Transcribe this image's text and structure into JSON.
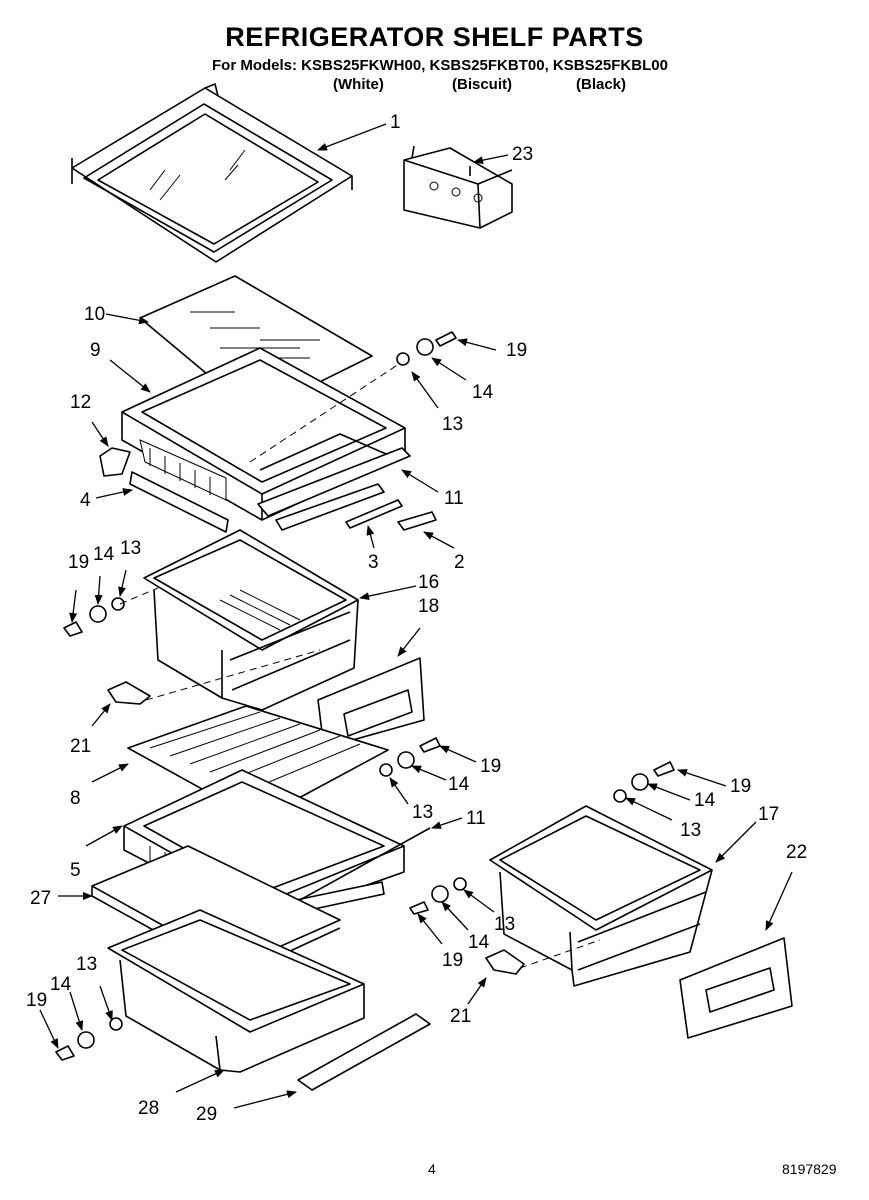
{
  "header": {
    "title": "REFRIGERATOR SHELF PARTS",
    "models_line": "For Models: KSBS25FKWH00, KSBS25FKBT00, KSBS25FKBL00",
    "variants": [
      "(White)",
      "(Biscuit)",
      "(Black)"
    ]
  },
  "callouts": [
    {
      "id": "c1",
      "label": "1"
    },
    {
      "id": "c23",
      "label": "23"
    },
    {
      "id": "c10",
      "label": "10"
    },
    {
      "id": "c9",
      "label": "9"
    },
    {
      "id": "c19a",
      "label": "19"
    },
    {
      "id": "c14a",
      "label": "14"
    },
    {
      "id": "c13a",
      "label": "13"
    },
    {
      "id": "c12",
      "label": "12"
    },
    {
      "id": "c4",
      "label": "4"
    },
    {
      "id": "c11a",
      "label": "11"
    },
    {
      "id": "c3",
      "label": "3"
    },
    {
      "id": "c2",
      "label": "2"
    },
    {
      "id": "c19b",
      "label": "19"
    },
    {
      "id": "c14b",
      "label": "14"
    },
    {
      "id": "c13b",
      "label": "13"
    },
    {
      "id": "c16",
      "label": "16"
    },
    {
      "id": "c18",
      "label": "18"
    },
    {
      "id": "c21a",
      "label": "21"
    },
    {
      "id": "c19c",
      "label": "19"
    },
    {
      "id": "c14c",
      "label": "14"
    },
    {
      "id": "c8",
      "label": "8"
    },
    {
      "id": "c13c",
      "label": "13"
    },
    {
      "id": "c11b",
      "label": "11"
    },
    {
      "id": "c5",
      "label": "5"
    },
    {
      "id": "c27",
      "label": "27"
    },
    {
      "id": "c19d",
      "label": "19"
    },
    {
      "id": "c14d",
      "label": "14"
    },
    {
      "id": "c13d",
      "label": "13"
    },
    {
      "id": "c17",
      "label": "17"
    },
    {
      "id": "c22",
      "label": "22"
    },
    {
      "id": "c13e",
      "label": "13"
    },
    {
      "id": "c14e",
      "label": "14"
    },
    {
      "id": "c19e",
      "label": "19"
    },
    {
      "id": "c21b",
      "label": "21"
    },
    {
      "id": "c13f",
      "label": "13"
    },
    {
      "id": "c14f",
      "label": "14"
    },
    {
      "id": "c19f",
      "label": "19"
    },
    {
      "id": "c28",
      "label": "28"
    },
    {
      "id": "c29",
      "label": "29"
    }
  ],
  "footer": {
    "page_number": "4",
    "doc_number": "8197829"
  }
}
